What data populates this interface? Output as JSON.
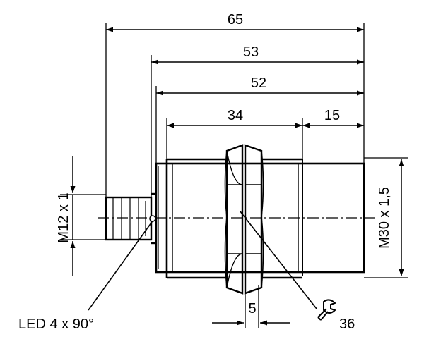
{
  "dimensions": {
    "overall_length": "65",
    "length_53": "53",
    "length_52": "52",
    "thread_length": "34",
    "end_length": "15",
    "nut_width": "5"
  },
  "labels": {
    "connector_thread": "M12 x 1",
    "body_thread": "M30 x 1,5",
    "led_note": "LED 4 x 90°",
    "wrench_size": "36"
  },
  "icons": {
    "wrench": "wrench-icon"
  }
}
